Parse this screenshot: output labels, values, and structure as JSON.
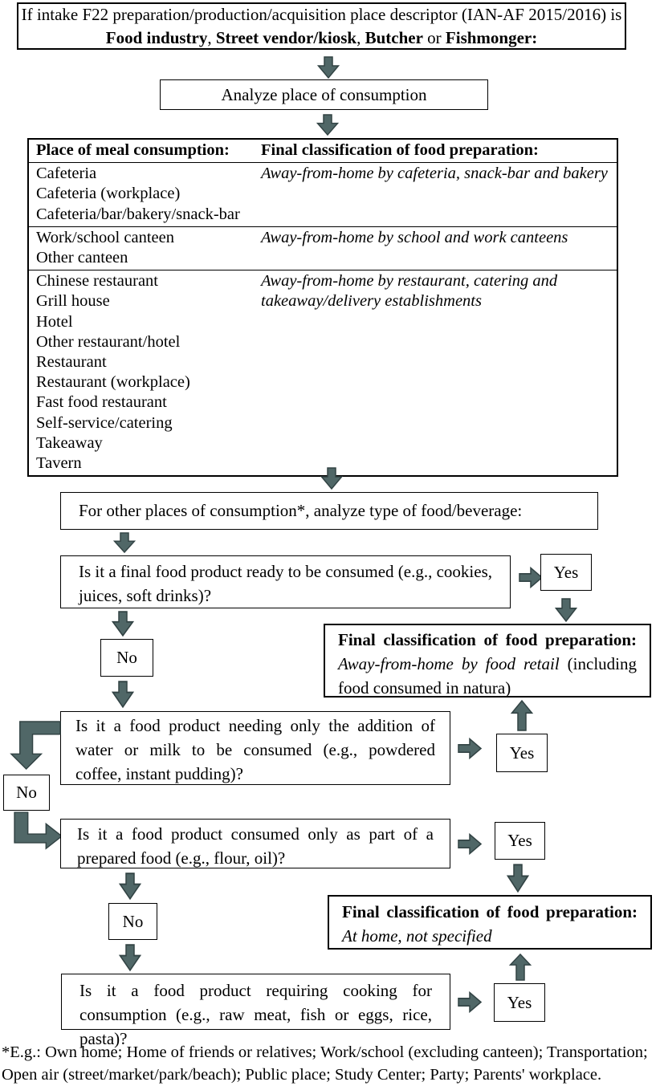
{
  "colors": {
    "arrow_fill": "#506767",
    "arrow_stroke": "#324344",
    "box_border": "#000000",
    "background": "#ffffff"
  },
  "top_box": {
    "line1": "If intake F22 preparation/production/acquisition place descriptor (IAN-AF 2015/2016) is",
    "bold1": "Food industry",
    "sep1": ", ",
    "bold2": "Street vendor/kiosk",
    "sep2": ", ",
    "bold3": "Butcher",
    "sep3": " or ",
    "bold4": "Fishmonger:"
  },
  "analyze_box": {
    "label": "Analyze place of consumption"
  },
  "table": {
    "header": {
      "col1": "Place of meal consumption:",
      "col2": "Final classification of food preparation:"
    },
    "groups": [
      {
        "places": [
          "Cafeteria",
          "Cafeteria (workplace)",
          "Cafeteria/bar/bakery/snack-bar"
        ],
        "classification": "Away-from-home by cafeteria, snack-bar and bakery"
      },
      {
        "places": [
          "Work/school canteen",
          "Other canteen"
        ],
        "classification": "Away-from-home by school and work canteens"
      },
      {
        "places": [
          "Chinese restaurant",
          "Grill house",
          "Hotel",
          "Other restaurant/hotel",
          "Restaurant",
          "Restaurant (workplace)",
          "Fast food restaurant",
          "Self-service/catering",
          "Takeaway",
          "Tavern"
        ],
        "classification": "Away-from-home by restaurant, catering and takeaway/delivery establishments"
      }
    ]
  },
  "other_places_box": {
    "label": "For other places of consumption*, analyze type of food/beverage:"
  },
  "questions": {
    "q1": "Is it a final food product ready to be consumed (e.g., cookies, juices, soft drinks)?",
    "q2": "Is it a food product needing only the addition of water or milk to be consumed (e.g., powdered coffee, instant pudding)?",
    "q3": "Is it a food product consumed only as part of a prepared food (e.g., flour, oil)?",
    "q4": "Is it a food product requiring cooking for consumption (e.g., raw meat, fish or eggs, rice, pasta)?"
  },
  "labels": {
    "yes": "Yes",
    "no": "No"
  },
  "outcomes": {
    "retail": {
      "bold": "Final classification of food preparation:",
      "italic": "Away-from-home by food retail",
      "rest": "(including food consumed in natura)"
    },
    "home": {
      "bold": "Final classification of food preparation:",
      "italic": "At home, not specified"
    }
  },
  "footnote": {
    "text": "*E.g.: Own home; Home of friends or relatives; Work/school (excluding canteen); Transportation; Open air (street/market/park/beach); Public place; Study Center; Party; Parents' workplace."
  }
}
